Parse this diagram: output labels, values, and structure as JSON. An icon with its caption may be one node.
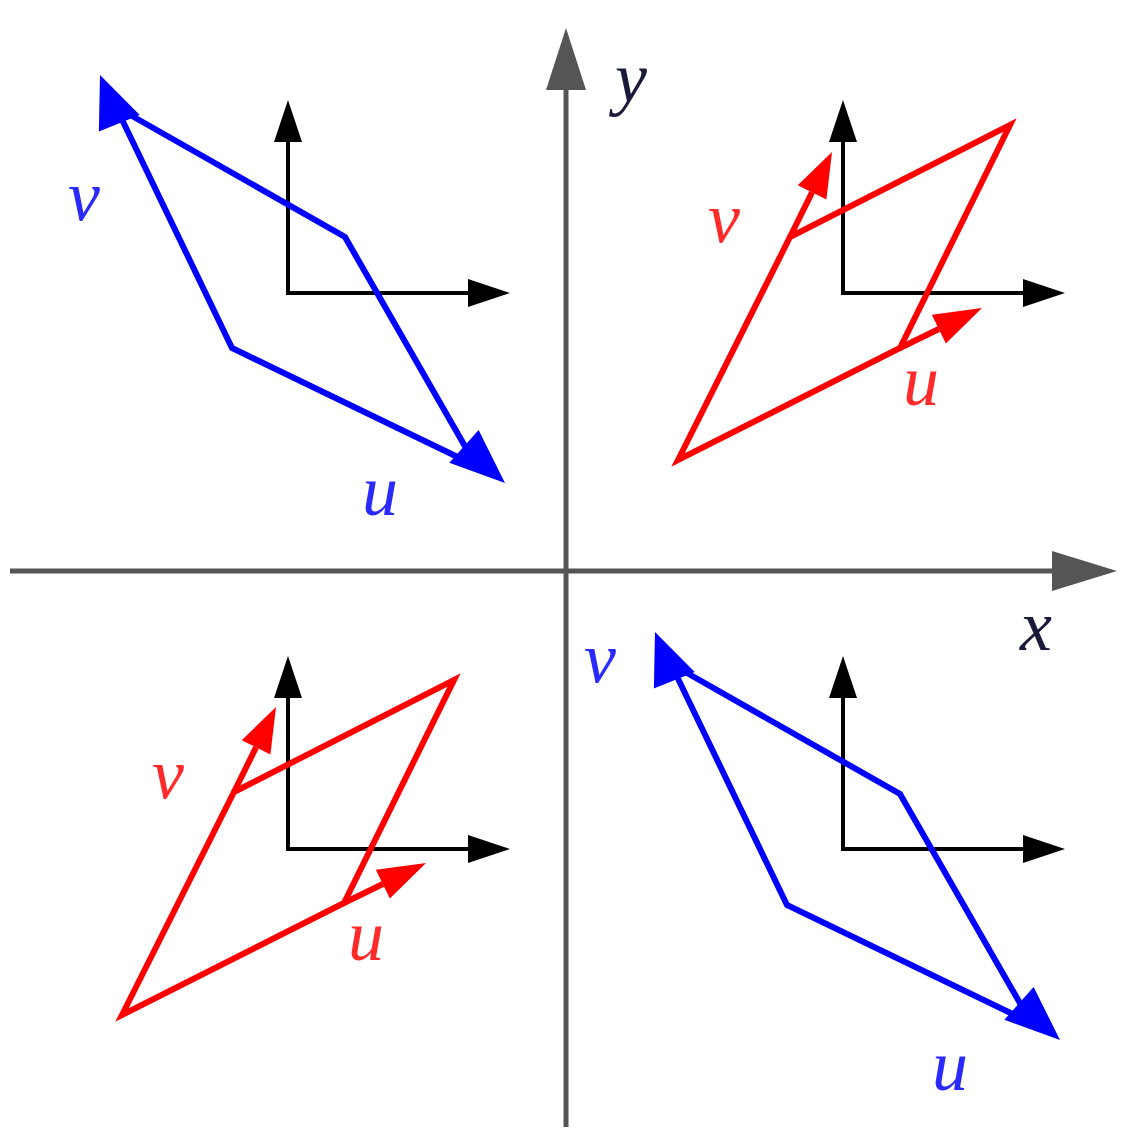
{
  "diagram": {
    "labels": [
      "y",
      "v",
      "v",
      "u",
      "u",
      "x",
      "v",
      "v",
      "u",
      "u"
    ]
  }
}
